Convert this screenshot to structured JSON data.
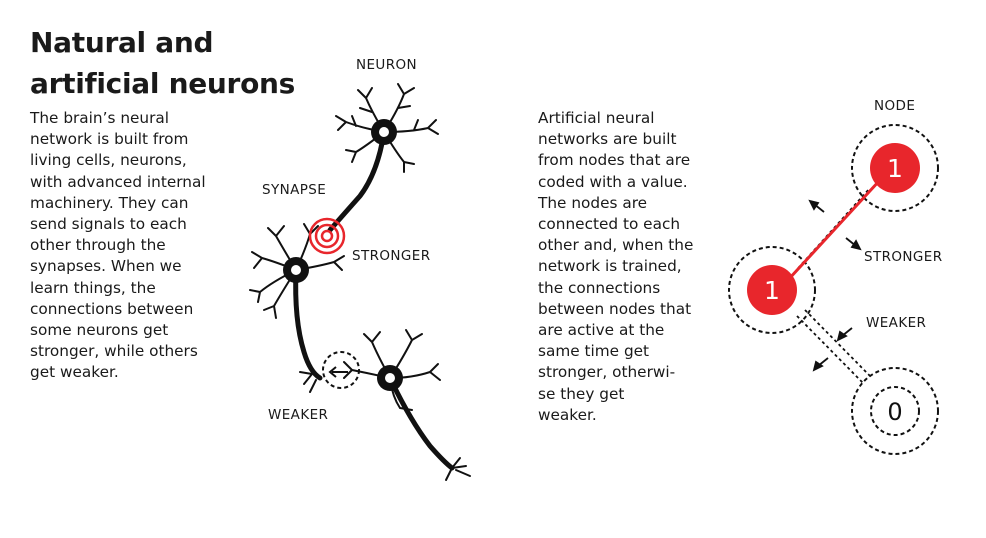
{
  "title_lines": [
    "Natural and",
    "artificial neurons"
  ],
  "left_text_lines": [
    "The brain’s neural",
    "network is built from",
    "living cells, neurons,",
    "with advanced internal",
    "machinery. They can",
    "send signals to each",
    "other through the",
    "synapses. When we",
    "learn things, the",
    "connections between",
    "some neurons get",
    "stronger, while others",
    "get weaker."
  ],
  "right_text_lines": [
    "Artificial neural",
    "networks are built",
    "from nodes that are",
    "coded with a value.",
    "The nodes are",
    "connected to each",
    "other and, when the",
    "network is trained,",
    "the connections",
    "between nodes that",
    "are active at the",
    "same time get",
    "stronger, otherwi-",
    "se they get",
    "weaker."
  ],
  "natural_labels": {
    "neuron": "NEURON",
    "synapse": "SYNAPSE",
    "stronger": "STRONGER",
    "weaker": "WEAKER"
  },
  "artificial_labels": {
    "node": "NODE",
    "stronger": "STRONGER",
    "weaker": "WEAKER"
  },
  "nodes": [
    {
      "value": "1",
      "active": true
    },
    {
      "value": "1",
      "active": true
    },
    {
      "value": "0",
      "active": false
    }
  ],
  "colors": {
    "accent": "#e8262c",
    "ink": "#111111",
    "text": "#1a1a1a"
  }
}
